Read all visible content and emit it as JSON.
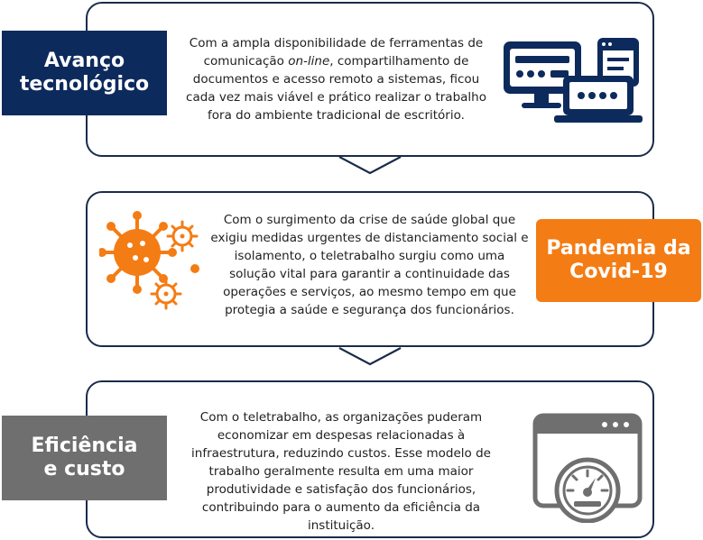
{
  "colors": {
    "navy": "#0d2a5c",
    "orange": "#f47c14",
    "gray": "#6f6f6f",
    "outline": "#1b2b4a"
  },
  "sections": [
    {
      "title_line1": "Avanço",
      "title_line2": "tecnológico",
      "text_before": "Com a ampla disponibilidade de ferramentas de comunicação ",
      "text_italic": "on-line",
      "text_after": ", compartilhamento de documentos e acesso remoto a sistemas, ficou cada vez mais viável e prático realizar o trabalho fora do ambiente tradicional de escritório.",
      "icon": "computer-screens-icon"
    },
    {
      "title_line1": "Pandemia da",
      "title_line2": "Covid-19",
      "text": "Com o surgimento da crise de saúde global que exigiu medidas urgentes de distanciamento social e isolamento, o teletrabalho surgiu como uma solução vital para garantir a continuidade das operações e serviços, ao mesmo tempo em que protegia a saúde e segurança dos funcionários.",
      "icon": "virus-icon"
    },
    {
      "title_line1": "Eficiência",
      "title_line2": "e custo",
      "text": "Com o teletrabalho, as organizações puderam economizar em despesas relacionadas à infraestrutura, reduzindo custos. Esse modelo de trabalho geralmente resulta em uma maior produtividade e satisfação dos funcionários, contribuindo para o aumento da eficiência da instituição.",
      "icon": "speedometer-window-icon"
    }
  ]
}
